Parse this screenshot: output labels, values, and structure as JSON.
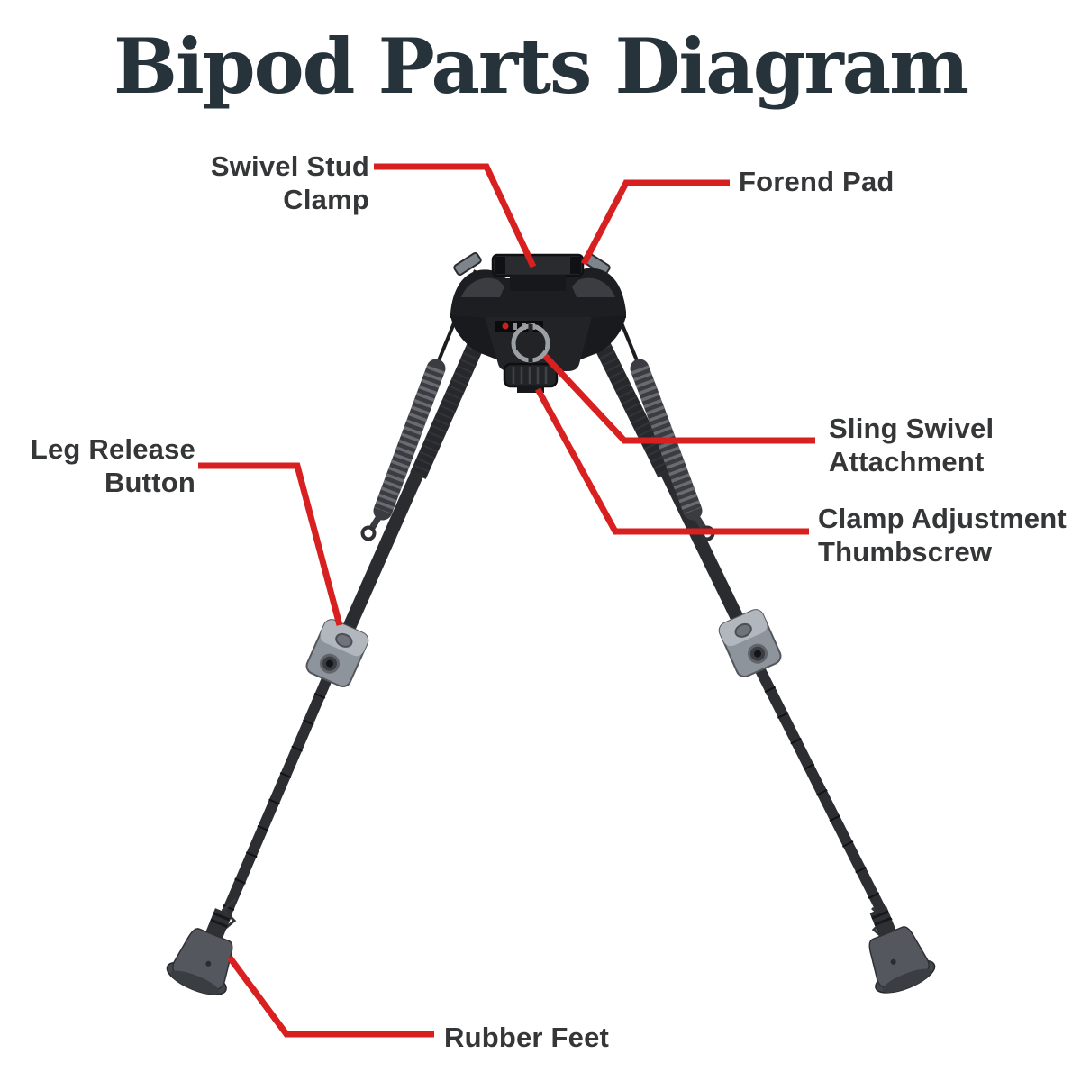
{
  "title": "Bipod Parts Diagram",
  "labels": {
    "swivel_stud_clamp": "Swivel Stud Clamp",
    "forend_pad": "Forend Pad",
    "leg_release_button": "Leg Release\nButton",
    "sling_swivel_attachment": "Sling Swivel\nAttachment",
    "clamp_adjustment_thumbscrew": "Clamp Adjustment\nThumbscrew",
    "rubber_feet": "Rubber Feet"
  },
  "colors": {
    "leader_line_red": "#d7201f",
    "title_text": "#26333a",
    "label_text": "#353637",
    "bipod_dark": "#222327",
    "clamp_gray": "#969ca4",
    "background": "#ffffff"
  },
  "illustration": {
    "subject": "spring-loaded rifle bipod, front view, legs spread",
    "parts": [
      "swivel-stud-clamp",
      "forend-pad",
      "sling-swivel-ring",
      "clamp-adjustment-thumbscrew",
      "leg-release-button-left",
      "leg-release-button-right",
      "spring-left",
      "spring-right",
      "telescoping-leg-left",
      "telescoping-leg-right",
      "rubber-foot-left",
      "rubber-foot-right"
    ]
  }
}
